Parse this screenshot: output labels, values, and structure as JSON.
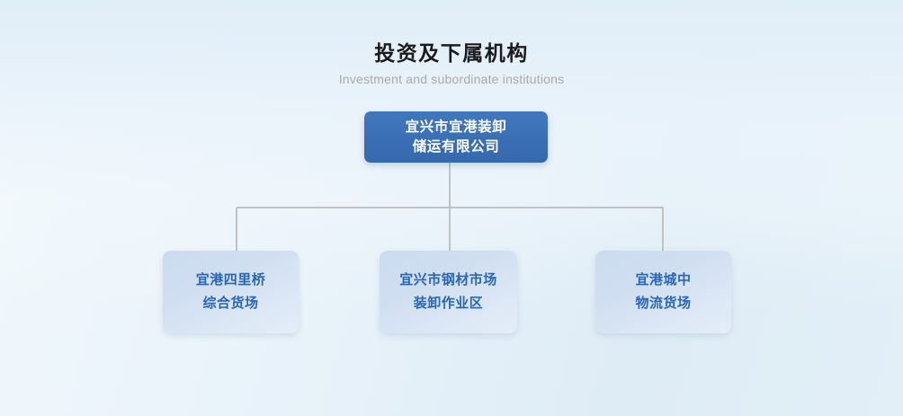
{
  "header": {
    "title_cn": "投资及下属机构",
    "title_en": "Investment and subordinate institutions"
  },
  "org_chart": {
    "root": {
      "line1": "宜兴市宜港装卸",
      "line2": "储运有限公司",
      "bg_color": "#3b73b9",
      "text_color": "#ffffff"
    },
    "children": [
      {
        "line1": "宜港四里桥",
        "line2": "综合货场",
        "bg_color": "#cddef0",
        "text_color": "#2a66b4"
      },
      {
        "line1": "宜兴市钢材市场",
        "line2": "装卸作业区",
        "bg_color": "#cddef0",
        "text_color": "#2a66b4"
      },
      {
        "line1": "宜港城中",
        "line2": "物流货场",
        "bg_color": "#cddef0",
        "text_color": "#2a66b4"
      }
    ],
    "connector_color": "#c2c2c2"
  },
  "theme": {
    "background_top": "#e0eef8",
    "background_bottom": "#ffffff",
    "title_color": "#1b1b1b",
    "subtitle_color": "#aaaaaa"
  }
}
